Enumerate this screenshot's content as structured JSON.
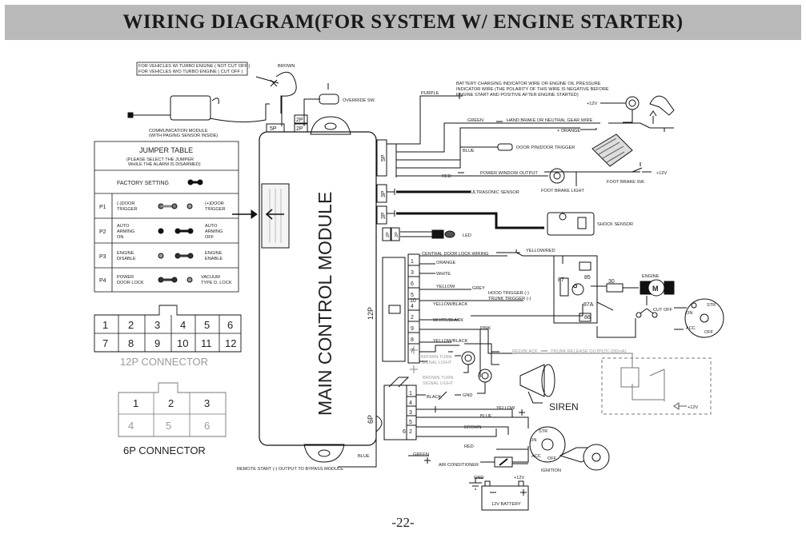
{
  "title": "WIRING  DIAGRAM(FOR SYSTEM W/  ENGINE STARTER)",
  "page_number": "-22-",
  "module": {
    "label": "MAIN CONTROL MODULE",
    "ports": {
      "p5p_top": "5P",
      "p2p_top": "2P",
      "p5p_right": "5P",
      "p3p_a": "3P",
      "p3p_b": "3P",
      "p2p_right": "2P",
      "p12p": "12P",
      "p6p": "6P"
    }
  },
  "top_notes": {
    "turbo_line1": "FOR VEHICLES W/ TURBO ENGINE ( NOT CUT OFF )",
    "turbo_line2": "FOR VEHICLES W/O TURBO ENGINE ( CUT OFF )",
    "brown": "BROWN",
    "override": "OVERRIDE SW.",
    "comm_line1": "COMMUNICATION MODULE",
    "comm_line2": "(WITH PAGING SENSOR INSIDE)"
  },
  "jumper_table": {
    "title": "JUMPER TABLE",
    "subtitle1": "(PLEASE SELECT THE JUMPER",
    "subtitle2": "WHILE THE ALARM IS DISARMED)",
    "factory": "FACTORY SETTING",
    "rows": [
      {
        "id": "P1",
        "left1": "(-)DOOR",
        "left2": "TRIGGER",
        "left3": "",
        "right1": "(+)DOOR",
        "right2": "TRIGGER",
        "right3": ""
      },
      {
        "id": "P2",
        "left1": "AUTO",
        "left2": "ARMING",
        "left3": "ON",
        "right1": "AUTO",
        "right2": "ARMING",
        "right3": "OFF"
      },
      {
        "id": "P3",
        "left1": "ENGINE",
        "left2": "DISABLE",
        "left3": "",
        "right1": "ENGINE",
        "right2": "ENABLE",
        "right3": ""
      },
      {
        "id": "P4",
        "left1": "POWER",
        "left2": "DOOR LOCK",
        "left3": "",
        "right1": "VACUUM",
        "right2": "TYPE D. LOCK",
        "right3": ""
      }
    ]
  },
  "connector_12p": {
    "top": [
      "1",
      "2",
      "3",
      "4",
      "5",
      "6"
    ],
    "bottom": [
      "7",
      "8",
      "9",
      "10",
      "11",
      "12"
    ],
    "label": "12P CONNECTOR"
  },
  "connector_6p": {
    "top": [
      "1",
      "2",
      "3"
    ],
    "bottom": [
      "4",
      "5",
      "6"
    ],
    "label": "6P CONNECTOR"
  },
  "right_labels": {
    "battery_ind1": "BATTERY CHARGING INDICATOR WIRE OR ENGINE OIL PRESSURE",
    "battery_ind2": "INDICATOR WIRE (THE POLARITY OF THIS WIRE IS NEGATIVE BEFORE",
    "battery_ind3": "ENGINE START AND POSITIVE AFTER ENGINE STARTED)",
    "purple": "PURPLE",
    "plus12v_a": "+12V",
    "green": "GREEN",
    "hand_brake": "HAND BRAKE OR NEUTRAL GEAR WIRE",
    "orange_plus": "+  ORANGE",
    "blue": "BLUE",
    "door_pin": "DOOR PIN(DOOR TRIGGER",
    "red": "RED",
    "power_window": "POWER WINDOW OUTPUT",
    "foot_brake_light": "FOOT BRAKE LIGHT",
    "foot_brake_sw": "FOOT BRAKE SW.",
    "plus12v_b": "+12V",
    "ultrasonic": "ULTRASONIC SENSOR",
    "shock": "SHOCK SENSOR",
    "led": "LED",
    "central_lock": "CENTRAL DOOR LOCK WIRING",
    "yellow_red": "YELLOW/RED",
    "orange": "ORANGE",
    "white": "WHITE",
    "yellow": "YELLOW",
    "grey": "GREY",
    "hood": "HOOD TRIGGER (-)",
    "trunk": "TRUNK TRIGGER (-)",
    "yellow_black": "YELLOW/BLACK",
    "white_black": "WHITE/BLACK",
    "pink": "PINK",
    "yellow_black2": "YELLOW/BLACK",
    "brown_turn1a": "BROWN TURN",
    "brown_turn1b": "SIGNAL LIGHT",
    "brown_turn2a": "BROWN TURN",
    "brown_turn2b": "SIGNAL LIGHT",
    "gnd": "GND",
    "red_black": "RED/BLACK",
    "trunk_release": "TRUNK RELEASE OUTPUT(-200mA)",
    "black": "BLACK",
    "yellow2": "YELLOW",
    "blue2": "BLUE",
    "brown2": "BROWN",
    "red2": "RED",
    "siren": "SIREN",
    "plus12v_c": "+12V",
    "relay_87": "87",
    "relay_85": "85",
    "relay_30": "30",
    "relay_87a": "87A",
    "relay_86": "86",
    "engine": "ENGINE",
    "motor": "M",
    "cut_off": "CUT OFF",
    "ign_on": "ON",
    "ign_str": "STR",
    "ign_acc": "ACC",
    "ign_off": "OFF",
    "ign2_str": "STR",
    "ign2_on": "ON",
    "ign2_acc": "ACC",
    "ign2_off": "OFF",
    "ignition": "IGNITION",
    "green2": "GREEN",
    "air_con": "AIR CONDITIONER",
    "plus12v_d": "+12V",
    "gnd2": "GND",
    "battery": "12V BATTERY",
    "blue3": "BLUE",
    "remote_start": "REMOTE START (-) OUTPUT TO BYPASS MODULE"
  },
  "pin_numbers_12p": [
    "1",
    "3",
    "6",
    "5",
    "4",
    "10",
    "2",
    "9",
    "8",
    "7"
  ],
  "pin_numbers_6p": [
    "1",
    "4",
    "3",
    "5",
    "2",
    "6"
  ]
}
